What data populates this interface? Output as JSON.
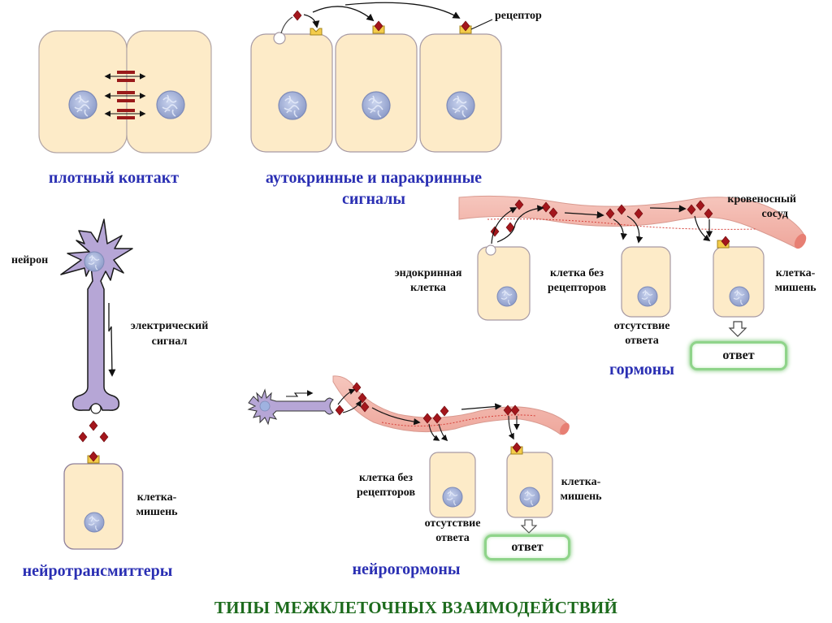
{
  "title": "ТИПЫ МЕЖКЛЕТОЧНЫХ ВЗАИМОДЕЙСТВИЙ",
  "colors": {
    "title": "#1d6b1d",
    "section_label": "#2a2fb3",
    "cell_fill": "#fdebc8",
    "cell_border": "#a79aa4",
    "nucleus": "#a6b4d8",
    "signal_molecule": "#a3161c",
    "receptor": "#f4cc4a",
    "vessel": "#f2b7ad",
    "neuron": "#b6a6d6",
    "response_box_border": "#8fd48a"
  },
  "panels": {
    "tight_junction": {
      "section_label": "плотный контакт"
    },
    "autocrine_paracrine": {
      "section_label_line1": "аутокринные и паракринные",
      "section_label_line2": "сигналы",
      "receptor_label": "рецептор"
    },
    "hormones": {
      "section_label": "гормоны",
      "vessel_label_line1": "кровеносный",
      "vessel_label_line2": "сосуд",
      "endocrine_cell_line1": "эндокринная",
      "endocrine_cell_line2": "клетка",
      "no_receptor_cell_line1": "клетка без",
      "no_receptor_cell_line2": "рецепторов",
      "no_response_line1": "отсутствие",
      "no_response_line2": "ответа",
      "target_cell_line1": "клетка-",
      "target_cell_line2": "мишень",
      "response": "ответ"
    },
    "neurotransmitters": {
      "section_label": "нейротрансмиттеры",
      "neuron_label": "нейрон",
      "signal_label_line1": "электрический",
      "signal_label_line2": "сигнал",
      "target_cell_line1": "клетка-",
      "target_cell_line2": "мишень"
    },
    "neurohormones": {
      "section_label": "нейрогормоны",
      "no_receptor_cell_line1": "клетка без",
      "no_receptor_cell_line2": "рецепторов",
      "no_response_line1": "отсутствие",
      "no_response_line2": "ответа",
      "target_cell_line1": "клетка-",
      "target_cell_line2": "мишень",
      "response": "ответ"
    }
  }
}
